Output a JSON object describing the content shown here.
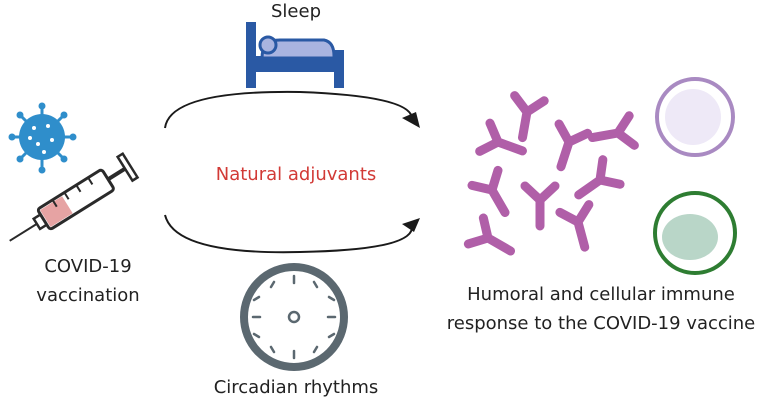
{
  "labels": {
    "sleep": "Sleep",
    "natural_adjuvants": "Natural adjuvants",
    "vaccination_line1": "COVID-19",
    "vaccination_line2": "vaccination",
    "response_line1": "Humoral and cellular immune",
    "response_line2": "response to the COVID-19 vaccine",
    "circadian": "Circadian rhythms"
  },
  "colors": {
    "text": "#222222",
    "adjuvant_text": "#d23a36",
    "arrow": "#1a1a1a",
    "bed": "#2a59a4",
    "bed_fill": "#a9b4e0",
    "virus": "#2f8ecb",
    "syringe_outline": "#2a2a2a",
    "syringe_liquid": "#e6a3a3",
    "clock_rim": "#5b6870",
    "clock_face": "#ffffff",
    "antibody": "#b05fa8",
    "cell_purple_rim": "#a98ac2",
    "cell_purple_core": "#eee9f7",
    "cell_green_rim": "#2e7d32",
    "cell_green_core": "#b9d6c8"
  },
  "icons": [
    "virus-icon",
    "syringe-icon",
    "bed-icon",
    "clock-icon",
    "antibody-icon",
    "immune-cell-icon"
  ]
}
